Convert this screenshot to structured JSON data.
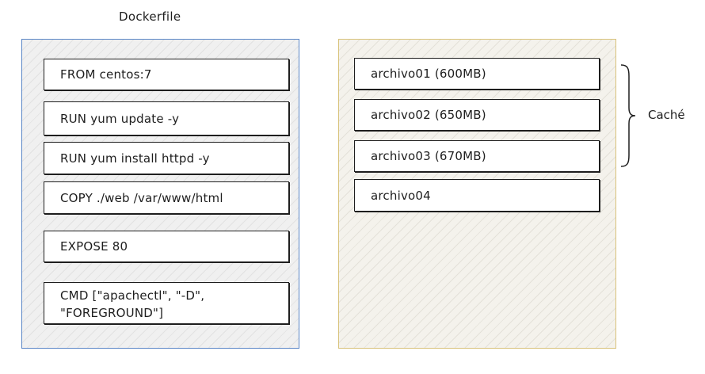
{
  "title": "Dockerfile",
  "dockerfile_lines": [
    "FROM centos:7",
    "RUN yum update -y",
    "RUN yum install httpd -y",
    "COPY ./web /var/www/html",
    "EXPOSE 80",
    "CMD [\"apachectl\", \"-D\", \"FOREGROUND\"]"
  ],
  "files": [
    "archivo01 (600MB)",
    "archivo02 (650MB)",
    "archivo03 (670MB)",
    "archivo04"
  ],
  "cache_label": "Caché",
  "colors": {
    "left_panel_border": "#5b86c6",
    "right_panel_border": "#d8c27a",
    "stroke": "#1e1e1e"
  }
}
